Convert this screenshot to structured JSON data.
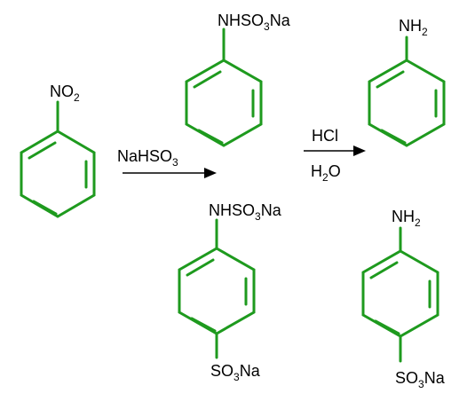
{
  "colors": {
    "bond": "#1e9a1e",
    "text": "#000000",
    "background": "#ffffff"
  },
  "diagram": {
    "reactant": {
      "name": "nitrobenzene",
      "group": "NO",
      "group_sub": "2"
    },
    "reagent_1": {
      "main": "NaHSO",
      "sub": "3"
    },
    "intermediate_ortho": {
      "main": "NHSO",
      "sub": "3",
      "tail": "Na"
    },
    "intermediate_para": {
      "top": {
        "main": "NHSO",
        "sub": "3",
        "tail": "Na"
      },
      "bottom": {
        "main": "SO",
        "sub": "3",
        "tail": "Na"
      }
    },
    "reagent_2": {
      "acid": "HCl",
      "water_main": "H",
      "water_sub": "2",
      "water_tail": "O"
    },
    "product_aniline": {
      "main": "NH",
      "sub": "2"
    },
    "product_sulfanilate": {
      "top": {
        "main": "NH",
        "sub": "2"
      },
      "bottom": {
        "main": "SO",
        "sub": "3",
        "tail": "Na"
      }
    }
  }
}
